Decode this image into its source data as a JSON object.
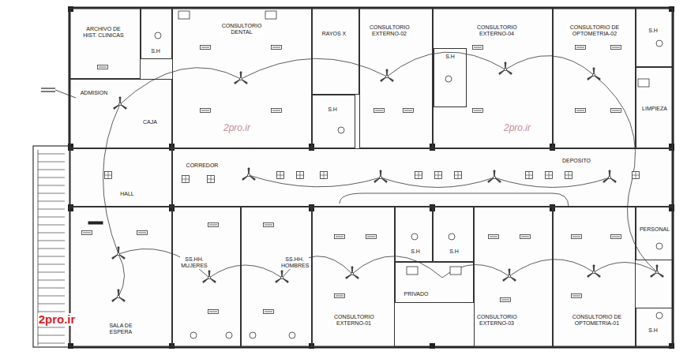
{
  "diagram": {
    "nodes": [
      {
        "text": [
          "ARCHIVO DE HIST. CLINICAS"
        ]
      },
      {
        "text": [
          "S.H"
        ]
      },
      {
        "text": [
          "CONSULTORIO DENTAL"
        ]
      },
      {
        "text": [
          "RAYOS X"
        ]
      },
      {
        "text": [
          "CONSULTORIO EXTERNO-02"
        ]
      },
      {
        "text": [
          "S.H"
        ]
      },
      {
        "text": [
          "CONSULTORIO EXTERNO-04"
        ]
      },
      {
        "text": [
          "S.H"
        ],
        "in": 6
      },
      {
        "text": [
          "CONSULTORIO DE OPTOMETRIA-02"
        ]
      },
      {
        "text": [
          "S.H"
        ]
      },
      {
        "text": [
          "LIMPIEZA"
        ]
      },
      {
        "text": [
          "ADMISION"
        ]
      },
      {
        "text": [
          "HALL"
        ]
      },
      {
        "text": [
          "CORREDOR"
        ]
      },
      {
        "text": [
          "SS.HH. MUJERES"
        ]
      },
      {
        "text": [
          "SS.HH. HOMBRES"
        ]
      },
      {
        "text": [
          "CONSULTORIO EXTERNO-01"
        ]
      },
      {
        "text": [
          "S.H"
        ]
      },
      {
        "text": [
          "S.H"
        ]
      },
      {
        "text": [
          "PRIVADO"
        ]
      },
      {
        "text": [
          "PERSONAL"
        ]
      },
      {
        "text": [
          "SALA DE ESPERA"
        ]
      },
      {
        "text": [
          "CONSULTORIO EXTERNO-03"
        ]
      },
      {
        "text": [
          "CONSULTORIO DE OPTOMETRIA-01"
        ]
      },
      {
        "text": [
          "S.H"
        ]
      }
    ],
    "labels": [
      "CAJA",
      "DEPOSITO",
      "2pro.ir",
      "2pro.ir",
      "2pro.ir"
    ]
  }
}
